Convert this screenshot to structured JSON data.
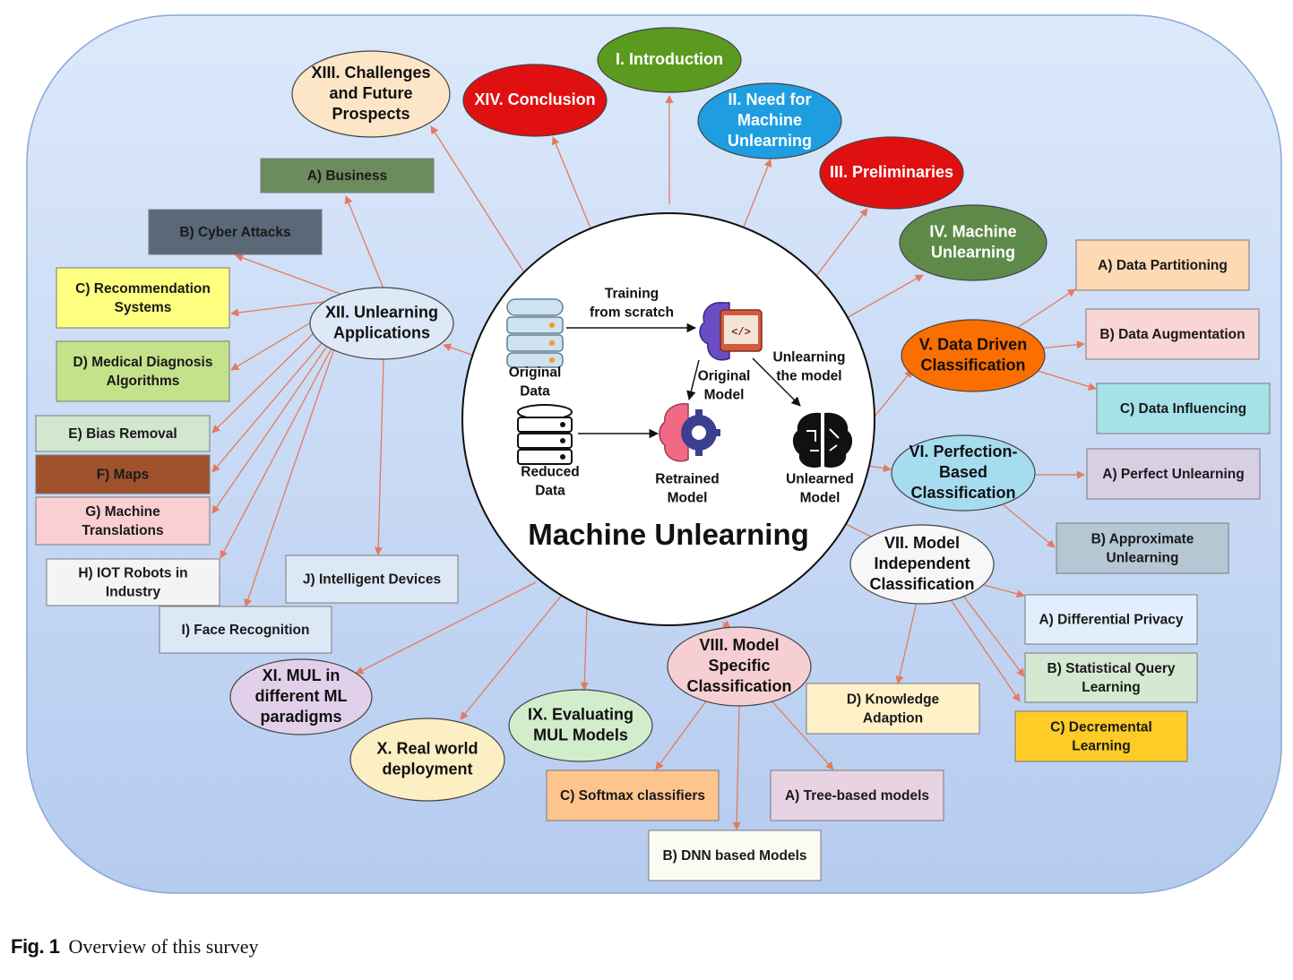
{
  "center": {
    "title": "Machine Unlearning",
    "training_label": [
      "Training",
      "from scratch"
    ],
    "unlearning_label": [
      "Unlearning",
      "the    model"
    ],
    "original_data": [
      "Original",
      "Data"
    ],
    "reduced_data": [
      "Reduced",
      "Data"
    ],
    "original_model": [
      "Original",
      "Model"
    ],
    "retrained_model": [
      "Retrained",
      "Model"
    ],
    "unlearned_model": [
      "Unlearned",
      "Model"
    ]
  },
  "sections": [
    {
      "id": "intro",
      "lines": [
        "I. Introduction"
      ],
      "fill": "#5a9b1f",
      "text_color": "#ffffff"
    },
    {
      "id": "need",
      "lines": [
        "II. Need for",
        "Machine",
        "Unlearning"
      ],
      "fill": "#1e9ee0",
      "text_color": "#ffffff"
    },
    {
      "id": "prelim",
      "lines": [
        "III. Preliminaries"
      ],
      "fill": "#e01010",
      "text_color": "#ffffff"
    },
    {
      "id": "mu",
      "lines": [
        "IV. Machine",
        "Unlearning"
      ],
      "fill": "#5e8a49",
      "text_color": "#ffffff"
    },
    {
      "id": "ddc",
      "lines": [
        "V. Data Driven",
        "Classification"
      ],
      "fill": "#fb6e00",
      "text_color": "#111111"
    },
    {
      "id": "pbc",
      "lines": [
        "VI. Perfection-",
        "Based",
        "Classification"
      ],
      "fill": "#a6dcef",
      "text_color": "#111111"
    },
    {
      "id": "mic",
      "lines": [
        "VII. Model",
        "Independent",
        "Classification"
      ],
      "fill": "#f7f7f7",
      "text_color": "#111111"
    },
    {
      "id": "msc",
      "lines": [
        "VIII. Model",
        "Specific",
        "Classification"
      ],
      "fill": "#f6cfd3",
      "text_color": "#111111"
    },
    {
      "id": "eval",
      "lines": [
        "IX. Evaluating",
        "MUL Models"
      ],
      "fill": "#d2edcc",
      "text_color": "#111111"
    },
    {
      "id": "real",
      "lines": [
        "X. Real world",
        "deployment"
      ],
      "fill": "#fdefc4",
      "text_color": "#111111"
    },
    {
      "id": "paradigms",
      "lines": [
        "XI. MUL in",
        "different ML",
        "paradigms"
      ],
      "fill": "#e2d0ea",
      "text_color": "#111111"
    },
    {
      "id": "apps",
      "lines": [
        "XII. Unlearning",
        "Applications"
      ],
      "fill": "#dde9f7",
      "text_color": "#111111"
    },
    {
      "id": "challenges",
      "lines": [
        "XIII. Challenges",
        "and Future",
        "Prospects"
      ],
      "fill": "#fde5c8",
      "text_color": "#111111"
    },
    {
      "id": "conclusion",
      "lines": [
        "XIV. Conclusion"
      ],
      "fill": "#e01010",
      "text_color": "#ffffff"
    }
  ],
  "boxes": [
    {
      "id": "business",
      "lines": [
        "A) Business"
      ],
      "fill": "#6b8c5c",
      "text_color": "#ffffff"
    },
    {
      "id": "cyber",
      "lines": [
        "B) Cyber Attacks"
      ],
      "fill": "#5a6878",
      "text_color": "#ffffff"
    },
    {
      "id": "recsys",
      "lines": [
        "C) Recommendation",
        "Systems"
      ],
      "fill": "#ffff80",
      "text_color": "#111111"
    },
    {
      "id": "medical",
      "lines": [
        "D) Medical Diagnosis",
        "Algorithms"
      ],
      "fill": "#c4e28a",
      "text_color": "#111111"
    },
    {
      "id": "bias",
      "lines": [
        "E) Bias Removal"
      ],
      "fill": "#d3e6d0",
      "text_color": "#111111"
    },
    {
      "id": "maps",
      "lines": [
        "F) Maps"
      ],
      "fill": "#a0522d",
      "text_color": "#ffffff"
    },
    {
      "id": "mt",
      "lines": [
        "G) Machine",
        "Translations"
      ],
      "fill": "#f9cfd2",
      "text_color": "#111111"
    },
    {
      "id": "iot",
      "lines": [
        "H) IOT Robots in",
        "Industry"
      ],
      "fill": "#f4f4f4",
      "text_color": "#333333"
    },
    {
      "id": "face",
      "lines": [
        "I) Face Recognition"
      ],
      "fill": "#dde8f6",
      "text_color": "#111111"
    },
    {
      "id": "devices",
      "lines": [
        "J) Intelligent Devices"
      ],
      "fill": "#dde8f6",
      "text_color": "#111111"
    },
    {
      "id": "partition",
      "lines": [
        "A) Data Partitioning"
      ],
      "fill": "#fdd9b4",
      "text_color": "#111111"
    },
    {
      "id": "augment",
      "lines": [
        "B) Data Augmentation"
      ],
      "fill": "#f9d5d5",
      "text_color": "#111111"
    },
    {
      "id": "influence",
      "lines": [
        "C) Data Influencing"
      ],
      "fill": "#a5e2e8",
      "text_color": "#111111"
    },
    {
      "id": "perfect",
      "lines": [
        "A) Perfect Unlearning"
      ],
      "fill": "#d7d0e4",
      "text_color": "#111111"
    },
    {
      "id": "approx",
      "lines": [
        "B) Approximate",
        "Unlearning"
      ],
      "fill": "#b6c7d4",
      "text_color": "#111111"
    },
    {
      "id": "dp",
      "lines": [
        "A) Differential Privacy"
      ],
      "fill": "#e2eefc",
      "text_color": "#111111"
    },
    {
      "id": "sq",
      "lines": [
        "B) Statistical Query",
        "Learning"
      ],
      "fill": "#d5e9d2",
      "text_color": "#111111"
    },
    {
      "id": "dec",
      "lines": [
        "C) Decremental",
        "Learning"
      ],
      "fill": "#fecb27",
      "text_color": "#111111"
    },
    {
      "id": "ka",
      "lines": [
        "D) Knowledge",
        "Adaption"
      ],
      "fill": "#fff0c8",
      "text_color": "#111111"
    },
    {
      "id": "tree",
      "lines": [
        "A) Tree-based models"
      ],
      "fill": "#e8d3e4",
      "text_color": "#111111"
    },
    {
      "id": "softmax",
      "lines": [
        "C) Softmax classifiers"
      ],
      "fill": "#fdc48d",
      "text_color": "#111111"
    },
    {
      "id": "dnn",
      "lines": [
        "B) DNN based Models"
      ],
      "fill": "#fbfbf2",
      "text_color": "#111111"
    }
  ],
  "caption": {
    "fig": "Fig. 1",
    "text": "Overview of this survey"
  },
  "colors": {
    "arrow": "#e57a5c",
    "background_top": "#dce9fb",
    "background_bottom": "#b7cdf0",
    "border": "#8aa6d8"
  }
}
